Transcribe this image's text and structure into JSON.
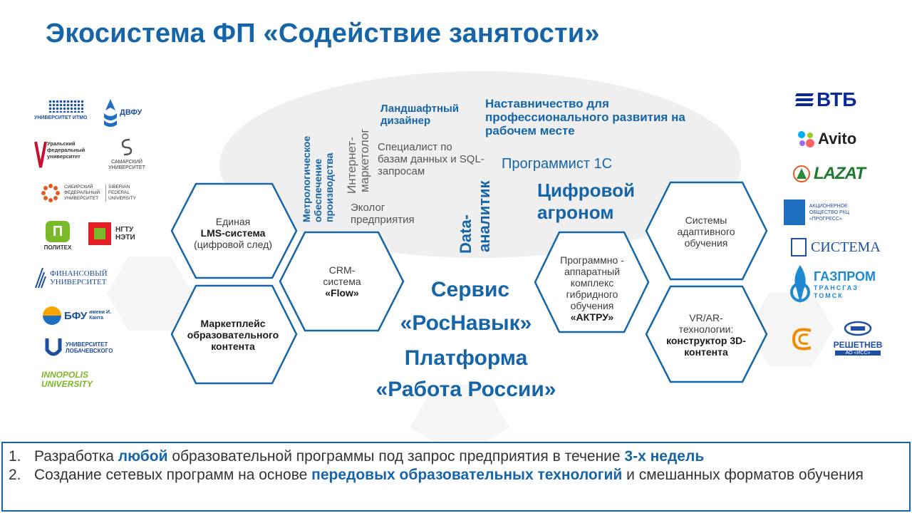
{
  "title": "Экосистема ФП «Содействие занятости»",
  "skills": {
    "metrolog": "Метрологическое обеспечение производства",
    "internet_line1": "Интернет-",
    "internet_line2": "маркетолог",
    "landscape": "Ландшафтный дизайнер",
    "mentoring": "Наставничество для профессионального развития на рабочем месте",
    "db_specialist": "Специалист по базам данных и SQL-запросам",
    "data_analyst_line1": "Data-",
    "data_analyst_line2": "аналитик",
    "programmer_1c": "Программист 1С",
    "digital_agronom": "Цифровой агроном",
    "ecolog": "Эколог предприятия"
  },
  "hexes": {
    "lms_line1": "Единая",
    "lms_line2": "LMS-система",
    "lms_line3": "(цифровой след)",
    "crm_line1": "CRM-",
    "crm_line2": "система",
    "crm_line3": "«Flow»",
    "market": "Маркетплейс образовательного контента",
    "hardware": "Программно - аппаратный комплекс гибридного обучения",
    "hardware_bold": "«АКТРУ»",
    "adaptive": "Системы адаптивного обучения",
    "vr_line1": "VR/AR-технологии:",
    "vr_bold": "конструктор 3D-контента"
  },
  "center": {
    "line1": "Сервис",
    "line2": "«РосНавык»",
    "line3": "Платформа",
    "line4": "«Работа России»"
  },
  "left_logos": {
    "itmo": "УНИВЕРСИТЕТ ИТМО",
    "dvfu": "ДВФУ",
    "urfu": "Уральский федеральный университет",
    "samara": "САМАРСКИЙ УНИВЕРСИТЕТ",
    "sfu": "СИБИРСКИЙ ФЕДЕРАЛЬНЫЙ УНИВЕРСИТЕТ",
    "sfu_en": "SIBERIAN FEDERAL UNIVERSITY",
    "politeh": "ПОЛИТЕХ",
    "ngtu": "НГТУ НЭТИ",
    "finuniver": "ФИНАНСОВЫЙ УНИВЕРСИТЕТ",
    "bfu": "БФУ",
    "bfu_sub": "имени И. Канта",
    "lobach": "УНИВЕРСИТЕТ ЛОБАЧЕВСКОГО",
    "innopolis": "INNOPOLIS UNIVERSITY"
  },
  "right_logos": {
    "vtb": "ВТБ",
    "avito": "Avito",
    "lazat": "LAZAT",
    "progress": "АКЦИОНЕРНОЕ ОБЩЕСТВО РКЦ «ПРОГРЕСС»",
    "sistema": "СИСТЕМА",
    "gazprom": "ГАЗПРОМ",
    "gazprom_sub": "ТРАНСГАЗ ТОМСК",
    "reshetnev": "РЕШЕТНЕВ",
    "reshetnev_sub": "АО «ИСС»"
  },
  "bottom": {
    "item1_num": "1.",
    "item1_a": "Разработка ",
    "item1_b": "любой",
    "item1_c": " образовательной программы под запрос предприятия в течение ",
    "item1_d": "3-х недель",
    "item2_num": "2.",
    "item2_a": "Создание сетевых программ на основе ",
    "item2_b": "передовых образовательных технологий",
    "item2_c": " и смешанных форматов обучения"
  },
  "colors": {
    "accent": "#1565a8",
    "hex_border": "#1565a8",
    "cloud": "#efefef"
  }
}
